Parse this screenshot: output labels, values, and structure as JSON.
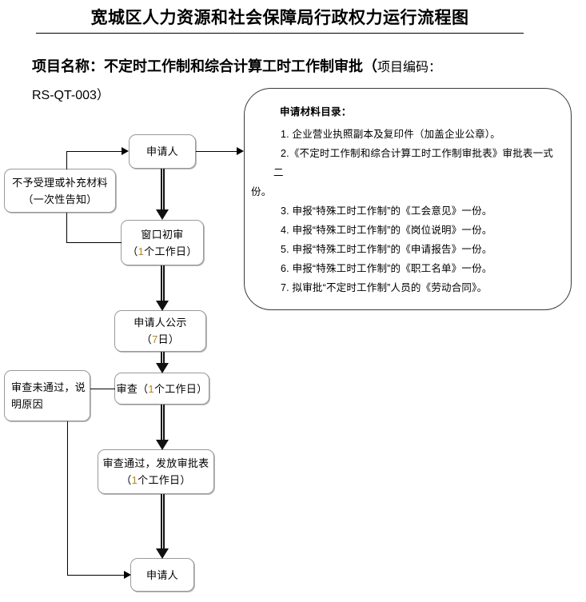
{
  "header": {
    "title": "宽城区人力资源和社会保障局行政权力运行流程图",
    "project_label": "项目名称：不定时工作制和综合计算工时工作制审批（",
    "project_code_label": "项目编码：",
    "project_code": "RS-QT-003）"
  },
  "materials": {
    "title": "申请材料目录：",
    "items": [
      "1. 企业营业执照副本及复印件（加盖企业公章）。",
      "2.《不定时工作制和综合计算工时工作制审批表》审批表一式二",
      "份。",
      "3. 申报“特殊工时工作制”的《工会意见》一份。",
      "4. 申报“特殊工时工作制”的《岗位说明》一份。",
      "5. 申报“特殊工时工作制”的《申请报告》一份。",
      "6. 申报“特殊工时工作制”的《职工名单》一份。",
      "7. 拟审批“不定时工作制”人员的《劳动合同》。"
    ]
  },
  "flow": {
    "applicant_top": {
      "line1": "申请人"
    },
    "reject_notice": {
      "line1": "不予受理或补充材料",
      "line2": "（一次性告知）"
    },
    "window_review": {
      "line1": "窗口初审",
      "line2_pre": "（",
      "line2_num": "1",
      "line2_post": "个工作日）"
    },
    "public_notice": {
      "line1": "申请人公示",
      "line2_pre": "（",
      "line2_num": "7",
      "line2_post": "日）"
    },
    "examine": {
      "pre": "审查（",
      "num": "1",
      "post": "个工作日）"
    },
    "exam_failed": {
      "line1": "审查未通过，说",
      "line2": "明原因"
    },
    "exam_passed": {
      "line1": "审查通过，发放审批表",
      "line2_pre": "（",
      "line2_num": "1",
      "line2_post": "个工作日）"
    },
    "applicant_bottom": {
      "line1": "申请人"
    }
  },
  "colors": {
    "node_border": "#9a9a9a",
    "connector": "#000000",
    "number_accent": "#b8860b",
    "background": "#ffffff"
  }
}
